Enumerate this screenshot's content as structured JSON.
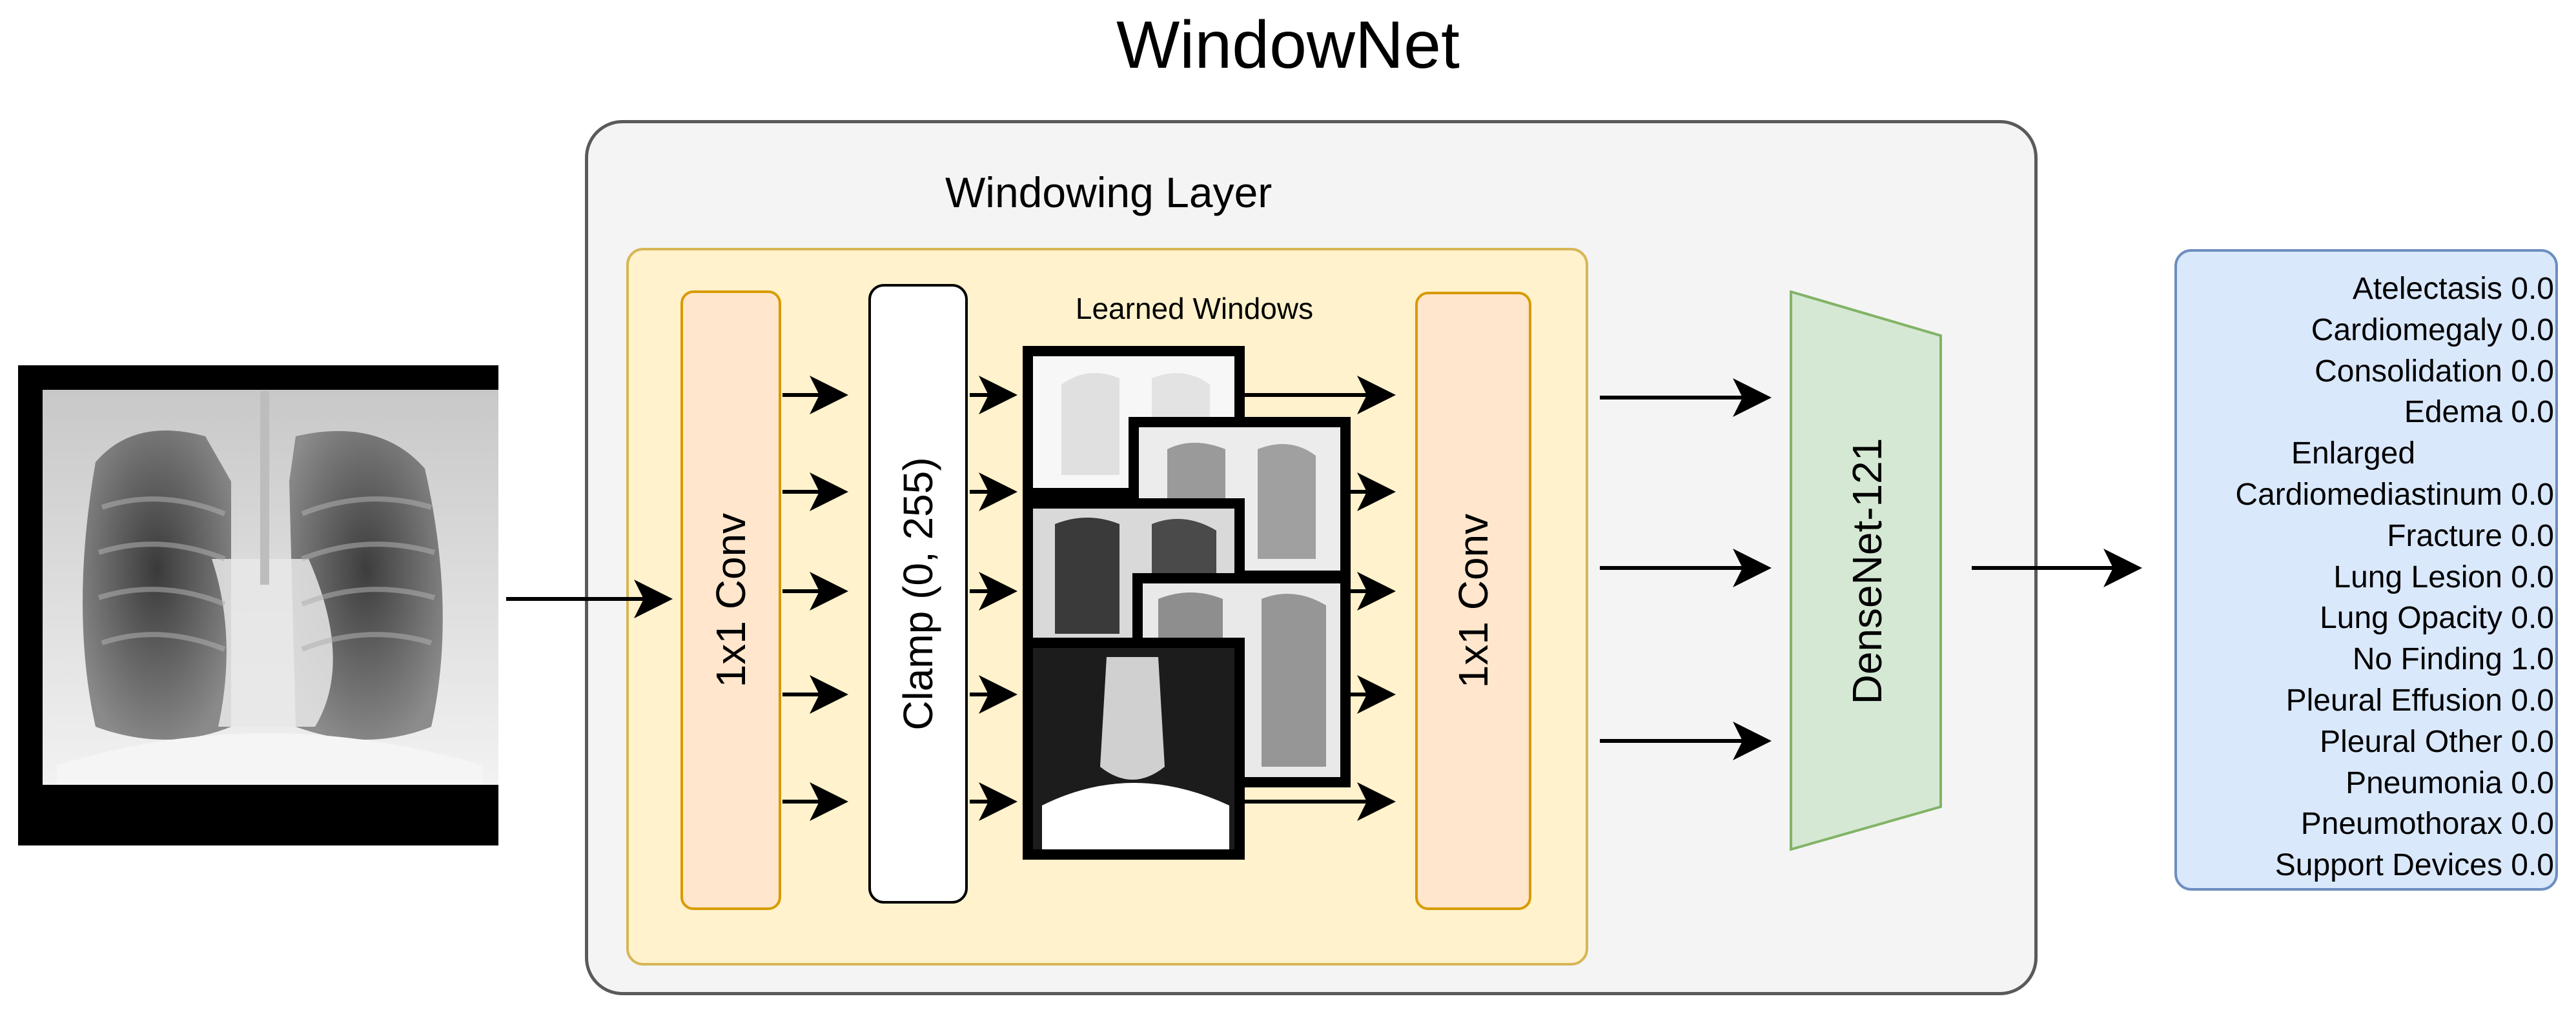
{
  "title": "WindowNet",
  "windowing_layer": {
    "title": "Windowing Layer",
    "conv_in_label": "1x1 Conv",
    "clamp_label": "Clamp (0, 255)",
    "learned_windows_label": "Learned Windows",
    "conv_out_label": "1x1 Conv"
  },
  "backbone_label": "DenseNet-121",
  "output_labels": [
    "Atelectasis 0.0",
    "Cardiomegaly 0.0",
    "Consolidation 0.0",
    "Edema 0.0",
    "Enlarged",
    "Cardiomediastinum 0.0",
    "Fracture 0.0",
    "Lung Lesion 0.0",
    "Lung Opacity 0.0",
    "No Finding 1.0",
    "Pleural Effusion 0.0",
    "Pleural Other 0.0",
    "Pneumonia 0.0",
    "Pneumothorax 0.0",
    "Support Devices 0.0"
  ],
  "colors": {
    "outer_panel_fill": "#f4f4f4",
    "windowing_fill": "#fff2cc",
    "windowing_border": "#d6b656",
    "conv_fill": "#ffe6cc",
    "conv_border": "#d79b00",
    "backbone_fill": "#d5e8d4",
    "backbone_border": "#82b366",
    "output_fill": "#dae8fc",
    "output_border": "#6c8ebf"
  }
}
